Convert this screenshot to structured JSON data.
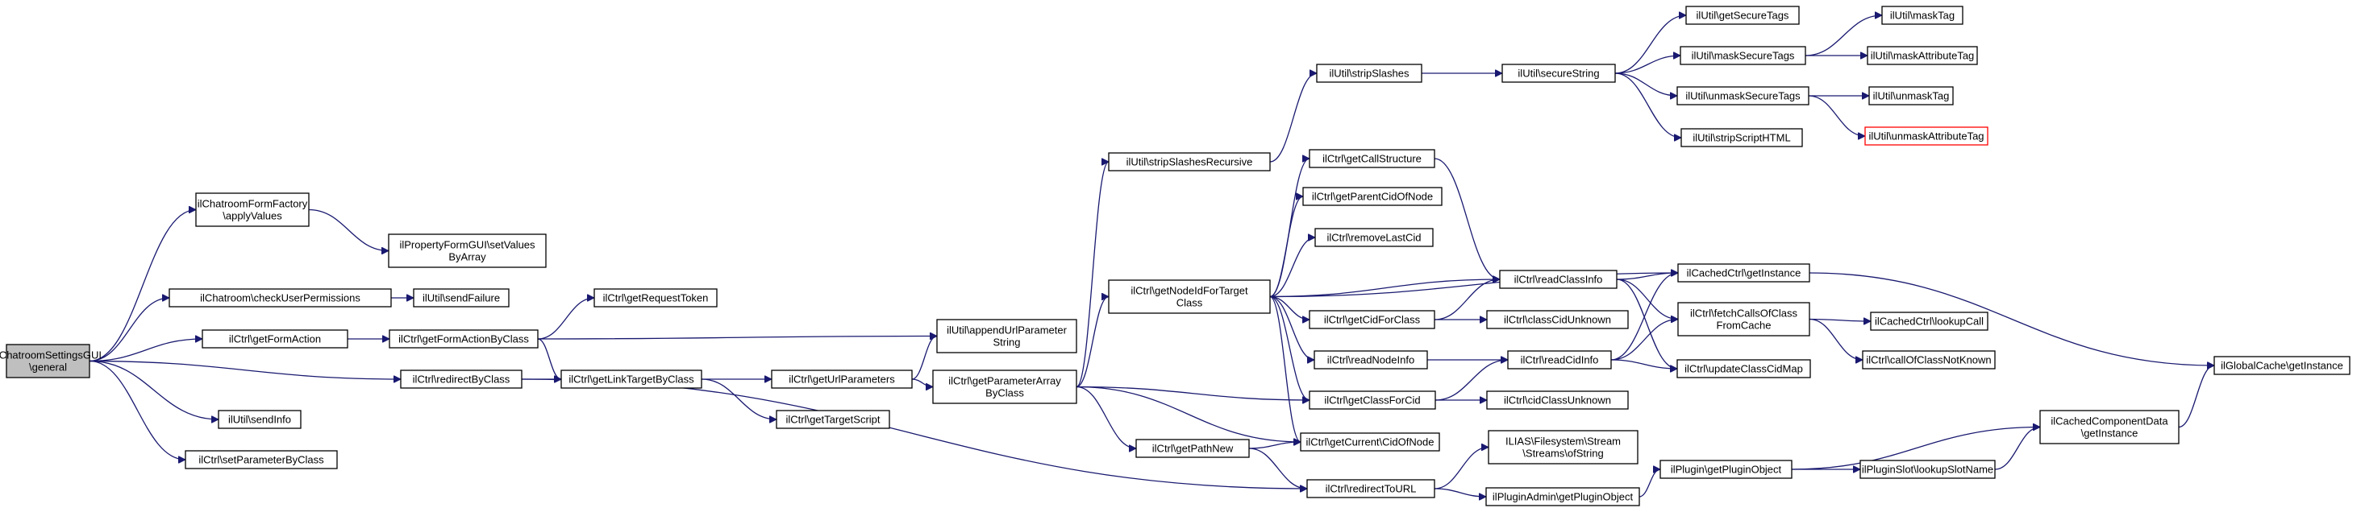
{
  "nodes": [
    {
      "id": "root",
      "label": "ilChatroomSettingsGUI\n\\general",
      "style": "root"
    },
    {
      "id": "cffav",
      "label": "ilChatroomFormFactory\n\\applyValues"
    },
    {
      "id": "pfsvba",
      "label": "ilPropertyFormGUI\\setValues\nByArray"
    },
    {
      "id": "cup",
      "label": "ilChatroom\\checkUserPermissions"
    },
    {
      "id": "usf",
      "label": "ilUtil\\sendFailure"
    },
    {
      "id": "cgfa",
      "label": "ilCtrl\\getFormAction"
    },
    {
      "id": "cgfabc",
      "label": "ilCtrl\\getFormActionByClass"
    },
    {
      "id": "cgrt",
      "label": "ilCtrl\\getRequestToken"
    },
    {
      "id": "crbc",
      "label": "ilCtrl\\redirectByClass"
    },
    {
      "id": "cgltbc",
      "label": "ilCtrl\\getLinkTargetByClass"
    },
    {
      "id": "usi",
      "label": "ilUtil\\sendInfo"
    },
    {
      "id": "cspbc",
      "label": "ilCtrl\\setParameterByClass"
    },
    {
      "id": "uaups",
      "label": "ilUtil\\appendUrlParameter\nString"
    },
    {
      "id": "cgup",
      "label": "ilCtrl\\getUrlParameters"
    },
    {
      "id": "cgts",
      "label": "ilCtrl\\getTargetScript"
    },
    {
      "id": "cgpabc",
      "label": "ilCtrl\\getParameterArray\nByClass"
    },
    {
      "id": "ussr",
      "label": "ilUtil\\stripSlashesRecursive"
    },
    {
      "id": "cgnftc",
      "label": "ilCtrl\\getNodeIdForTarget\nClass"
    },
    {
      "id": "cgpn",
      "label": "ilCtrl\\getPathNew"
    },
    {
      "id": "uss",
      "label": "ilUtil\\stripSlashes"
    },
    {
      "id": "cgcs",
      "label": "ilCtrl\\getCallStructure"
    },
    {
      "id": "cgpcon",
      "label": "ilCtrl\\getParentCidOfNode"
    },
    {
      "id": "crlc",
      "label": "ilCtrl\\removeLastCid"
    },
    {
      "id": "cgcfc",
      "label": "ilCtrl\\getCidForClass"
    },
    {
      "id": "crni",
      "label": "ilCtrl\\readNodeInfo"
    },
    {
      "id": "cgcfcid",
      "label": "ilCtrl\\getClassForCid"
    },
    {
      "id": "cgccon",
      "label": "ilCtrl\\getCurrent\\CidOfNode"
    },
    {
      "id": "crtu",
      "label": "ilCtrl\\redirectToURL"
    },
    {
      "id": "usecs",
      "label": "ilUtil\\secureString"
    },
    {
      "id": "crci",
      "label": "ilCtrl\\readClassInfo"
    },
    {
      "id": "crcidi",
      "label": "ilCtrl\\readCidInfo"
    },
    {
      "id": "cccu",
      "label": "ilCtrl\\classCidUnknown"
    },
    {
      "id": "cccu2",
      "label": "ilCtrl\\cidClassUnknown"
    },
    {
      "id": "ifsso",
      "label": "ILIAS\\Filesystem\\Stream\n\\Streams\\ofString"
    },
    {
      "id": "ipagpo",
      "label": "ilPluginAdmin\\getPluginObject"
    },
    {
      "id": "ugst",
      "label": "ilUtil\\getSecureTags"
    },
    {
      "id": "umst",
      "label": "ilUtil\\maskSecureTags"
    },
    {
      "id": "uumst",
      "label": "ilUtil\\unmaskSecureTags"
    },
    {
      "id": "usshtml",
      "label": "ilUtil\\stripScriptHTML"
    },
    {
      "id": "cccgi",
      "label": "ilCachedCtrl\\getInstance"
    },
    {
      "id": "cfcocfc",
      "label": "ilCtrl\\fetchCallsOfClass\nFromCache"
    },
    {
      "id": "cuccm",
      "label": "ilCtrl\\updateClassCidMap"
    },
    {
      "id": "ipgpo",
      "label": "ilPlugin\\getPluginObject"
    },
    {
      "id": "umt",
      "label": "ilUtil\\maskTag"
    },
    {
      "id": "umat",
      "label": "ilUtil\\maskAttributeTag"
    },
    {
      "id": "uut",
      "label": "ilUtil\\unmaskTag"
    },
    {
      "id": "uuat",
      "label": "ilUtil\\unmaskAttributeTag",
      "style": "red"
    },
    {
      "id": "cclc",
      "label": "ilCachedCtrl\\lookupCall"
    },
    {
      "id": "ccocnk",
      "label": "ilCtrl\\callOfClassNotKnown"
    },
    {
      "id": "ipslsn",
      "label": "ilPluginSlot\\lookupSlotName"
    },
    {
      "id": "cccdgi",
      "label": "ilCachedComponentData\n\\getInstance"
    },
    {
      "id": "gcgi",
      "label": "ilGlobalCache\\getInstance"
    }
  ],
  "edges": [
    [
      "root",
      "cffav"
    ],
    [
      "root",
      "cup"
    ],
    [
      "root",
      "cgfa"
    ],
    [
      "root",
      "crbc"
    ],
    [
      "root",
      "usi"
    ],
    [
      "root",
      "cspbc"
    ],
    [
      "cffav",
      "pfsvba"
    ],
    [
      "cup",
      "usf"
    ],
    [
      "cgfa",
      "cgfabc"
    ],
    [
      "cgfabc",
      "cgrt"
    ],
    [
      "cgfabc",
      "uaups"
    ],
    [
      "cgfabc",
      "cgltbc"
    ],
    [
      "crbc",
      "cgltbc"
    ],
    [
      "crbc",
      "crtu"
    ],
    [
      "cgltbc",
      "cgup"
    ],
    [
      "cgltbc",
      "cgts"
    ],
    [
      "cgup",
      "uaups"
    ],
    [
      "cgup",
      "cgpabc"
    ],
    [
      "cgpabc",
      "ussr"
    ],
    [
      "cgpabc",
      "cgnftc"
    ],
    [
      "cgpabc",
      "cgpn"
    ],
    [
      "cgpabc",
      "cgcfcid"
    ],
    [
      "cgpabc",
      "cgccon"
    ],
    [
      "ussr",
      "uss"
    ],
    [
      "uss",
      "usecs"
    ],
    [
      "usecs",
      "ugst"
    ],
    [
      "usecs",
      "umst"
    ],
    [
      "usecs",
      "uumst"
    ],
    [
      "usecs",
      "usshtml"
    ],
    [
      "umst",
      "umt"
    ],
    [
      "umst",
      "umat"
    ],
    [
      "uumst",
      "uut"
    ],
    [
      "uumst",
      "uuat"
    ],
    [
      "cgnftc",
      "cgcs"
    ],
    [
      "cgnftc",
      "cgpcon"
    ],
    [
      "cgnftc",
      "crlc"
    ],
    [
      "cgnftc",
      "cgcfc"
    ],
    [
      "cgnftc",
      "crni"
    ],
    [
      "cgnftc",
      "cgcfcid"
    ],
    [
      "cgnftc",
      "cgccon"
    ],
    [
      "cgnftc",
      "crci"
    ],
    [
      "cgnftc",
      "cccgi"
    ],
    [
      "cgcs",
      "crci"
    ],
    [
      "cgcfc",
      "crci"
    ],
    [
      "cgcfc",
      "cccu"
    ],
    [
      "crni",
      "crcidi"
    ],
    [
      "cgcfcid",
      "crcidi"
    ],
    [
      "cgcfcid",
      "cccu2"
    ],
    [
      "cgpn",
      "cgccon"
    ],
    [
      "cgpn",
      "crtu"
    ],
    [
      "crtu",
      "ifsso"
    ],
    [
      "crtu",
      "ipagpo"
    ],
    [
      "ipagpo",
      "ipgpo"
    ],
    [
      "crci",
      "cccgi"
    ],
    [
      "crci",
      "cfcocfc"
    ],
    [
      "crci",
      "cuccm"
    ],
    [
      "crcidi",
      "cccgi"
    ],
    [
      "crcidi",
      "cfcocfc"
    ],
    [
      "crcidi",
      "cuccm"
    ],
    [
      "cfcocfc",
      "cclc"
    ],
    [
      "cfcocfc",
      "ccocnk"
    ],
    [
      "cccgi",
      "gcgi"
    ],
    [
      "ipgpo",
      "ipslsn"
    ],
    [
      "ipgpo",
      "cccdgi"
    ],
    [
      "ipslsn",
      "cccdgi"
    ],
    [
      "cccdgi",
      "gcgi"
    ]
  ]
}
